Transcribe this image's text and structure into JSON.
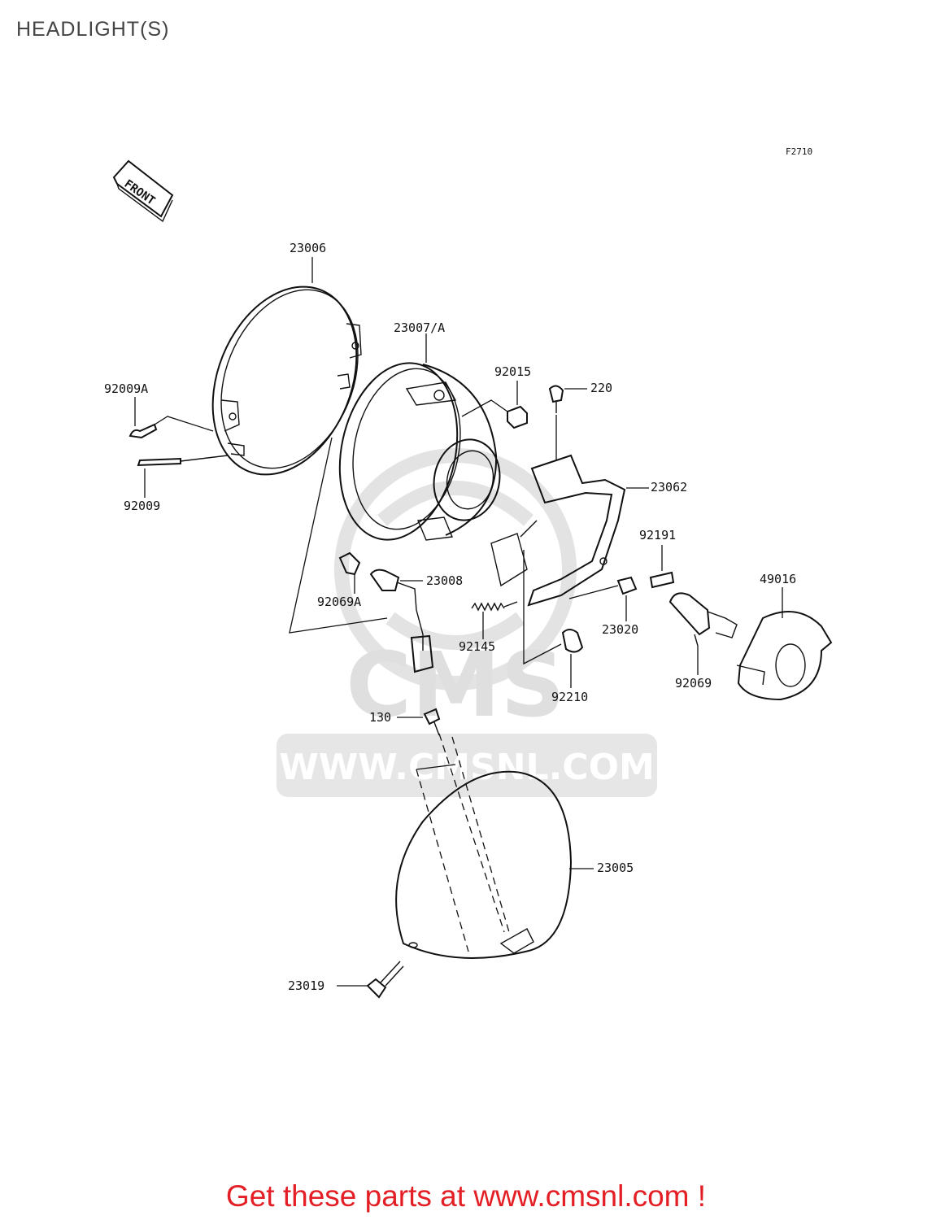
{
  "title": "HEADLIGHT(S)",
  "figure_code": "F2710",
  "front_label": "FRONT",
  "watermark": {
    "brand": "CMS",
    "url": "WWW.CMSNL.COM"
  },
  "callouts": [
    {
      "part": "23006"
    },
    {
      "part": "23007/A"
    },
    {
      "part": "92015"
    },
    {
      "part": "220"
    },
    {
      "part": "92009A"
    },
    {
      "part": "92009"
    },
    {
      "part": "23062"
    },
    {
      "part": "92191"
    },
    {
      "part": "49016"
    },
    {
      "part": "23008"
    },
    {
      "part": "92069A"
    },
    {
      "part": "92145"
    },
    {
      "part": "23020"
    },
    {
      "part": "92069"
    },
    {
      "part": "92210"
    },
    {
      "part": "130"
    },
    {
      "part": "23005"
    },
    {
      "part": "23019"
    }
  ],
  "promo_text": "Get these parts at www.cmsnl.com !",
  "colors": {
    "title": "#444444",
    "promo": "#e31e24",
    "watermark": "#d9d9d9",
    "line": "#111111"
  }
}
